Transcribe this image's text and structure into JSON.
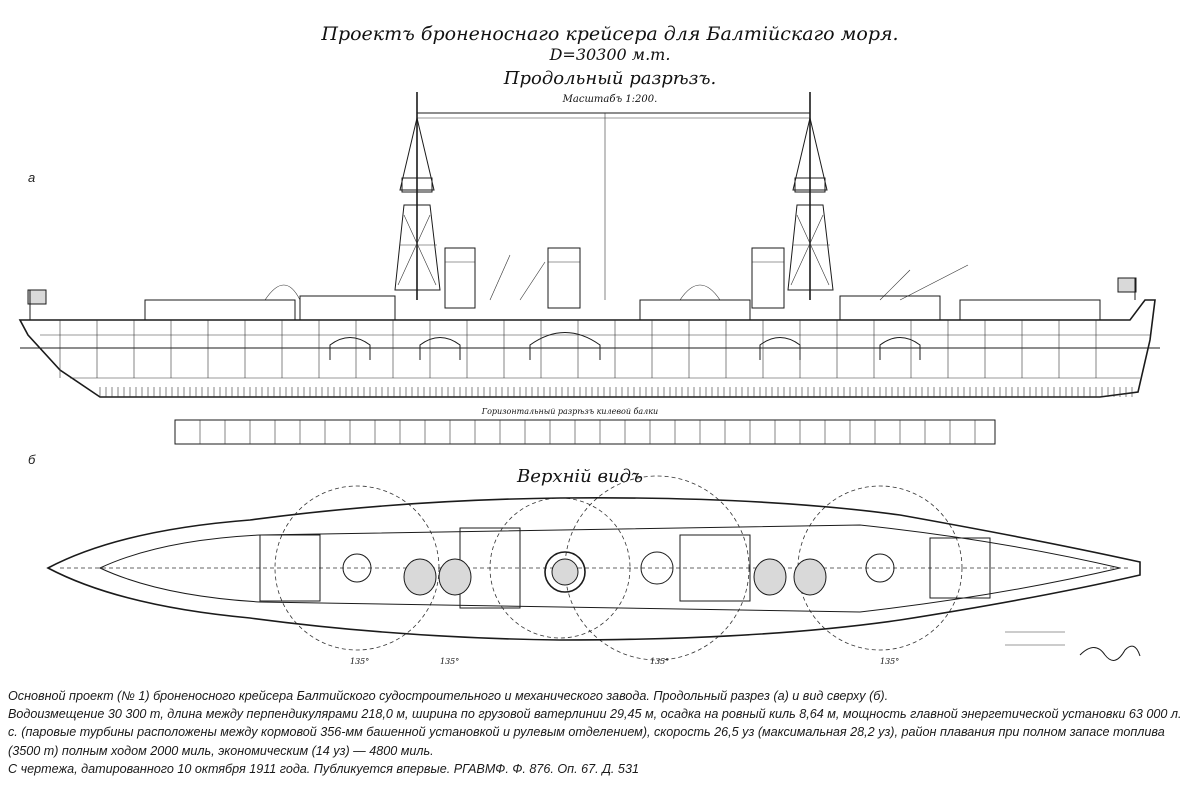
{
  "drawing": {
    "title_line1": "Проектъ броненоснаго крейсера для Балтійскаго моря.",
    "title_line2": "D=30300 м.т.",
    "section_title": "Продольный разрѣзъ.",
    "scale": "Масштабъ 1:200.",
    "waterline_section_label": "Горизонтальный разрѣзъ килевой балки",
    "top_view_title": "Верхній видъ",
    "panel_a": "а",
    "panel_b": "б",
    "angle_labels": [
      "135°",
      "135°",
      "135°",
      "135°"
    ]
  },
  "caption": {
    "line1": "Основной проект (№ 1) броненосного крейсера Балтийского судостроительного и механического завода. Продольный разрез (а) и вид сверху (б).",
    "line2": "Водоизмещение 30 300 т, длина между перпендикулярами 218,0 м, ширина по грузовой ватерлинии 29,45 м, осадка на ровный киль 8,64 м, мощность главной энергетической установки 63 000 л. с. (паровые турбины расположены между кормовой 356-мм башенной установкой и рулевым отделением), скорость 26,5 уз (максимальная 28,2 уз), район плавания при полном запасе топлива (3500 т) полным ходом 2000 миль, экономическим (14 уз) — 4800 миль.",
    "line3": "С чертежа, датированного 10 октября 1911 года. Публикуется впервые.  РГАВМФ. Ф. 876. Оп. 67. Д. 531"
  }
}
